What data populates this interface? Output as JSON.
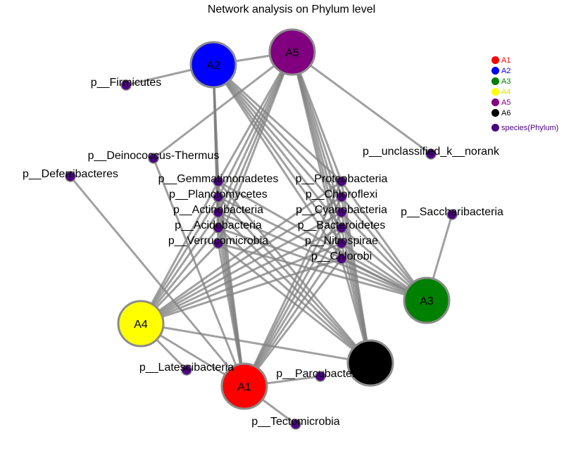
{
  "title": "Network analysis on Phylum level",
  "legend": [
    {
      "label": "A1",
      "color": "#ff0000"
    },
    {
      "label": "A2",
      "color": "#0000ff"
    },
    {
      "label": "A3",
      "color": "#008000"
    },
    {
      "label": "A4",
      "color": "#ffff00"
    },
    {
      "label": "A5",
      "color": "#800080"
    },
    {
      "label": "A6",
      "color": "#000000"
    },
    {
      "label": "species(Phylum)",
      "color": "#4b0082"
    }
  ],
  "samples": [
    {
      "id": "A1",
      "label": "A1",
      "color": "#ff0000"
    },
    {
      "id": "A2",
      "label": "A2",
      "color": "#0000ff"
    },
    {
      "id": "A3",
      "label": "A3",
      "color": "#008000"
    },
    {
      "id": "A4",
      "label": "A4",
      "color": "#ffff00"
    },
    {
      "id": "A5",
      "label": "A5",
      "color": "#800080"
    },
    {
      "id": "A6",
      "label": "",
      "color": "#000000"
    }
  ],
  "species": [
    {
      "id": "Firmicutes",
      "label": "p__Firmicutes",
      "links": [
        "A2"
      ]
    },
    {
      "id": "unclassified",
      "label": "p__unclassified_k__norank",
      "links": [
        "A5"
      ]
    },
    {
      "id": "Deferribacteres",
      "label": "p__Deferribacteres",
      "links": [
        "A1"
      ]
    },
    {
      "id": "Deinococcus",
      "label": "p__Deinococcus-Thermus",
      "links": [
        "A5",
        "A1"
      ]
    },
    {
      "id": "Saccharibacteria",
      "label": "p__Saccharibacteria",
      "links": [
        "A3"
      ]
    },
    {
      "id": "Gemmatimonadetes",
      "label": "p__Gemmatimonadetes",
      "links": [
        "A1",
        "A2",
        "A3",
        "A4",
        "A5",
        "A6"
      ]
    },
    {
      "id": "Proteobacteria",
      "label": "p__Proteobacteria",
      "links": [
        "A1",
        "A2",
        "A3",
        "A4",
        "A5",
        "A6"
      ]
    },
    {
      "id": "Chloroflexi",
      "label": "p__Chloroflexi",
      "links": [
        "A1",
        "A2",
        "A3",
        "A4",
        "A5",
        "A6"
      ]
    },
    {
      "id": "Cyanobacteria",
      "label": "p__Cyanobacteria",
      "links": [
        "A1",
        "A2",
        "A3",
        "A4",
        "A5",
        "A6"
      ]
    },
    {
      "id": "Acidobacteria",
      "label": "p__Acidobacteria",
      "links": [
        "A1",
        "A2",
        "A3",
        "A4",
        "A5",
        "A6"
      ]
    },
    {
      "id": "Bacteroidetes",
      "label": "p__Bacteroidetes",
      "links": [
        "A1",
        "A2",
        "A3",
        "A4",
        "A5",
        "A6"
      ]
    },
    {
      "id": "Nitrospirae",
      "label": "p__Nitrospirae",
      "links": [
        "A1",
        "A2",
        "A3",
        "A4",
        "A5",
        "A6"
      ]
    },
    {
      "id": "Planctomycetes",
      "label": "p__Planctomycetes",
      "links": [
        "A1",
        "A2",
        "A3",
        "A4",
        "A5",
        "A6"
      ]
    },
    {
      "id": "Actinobacteria",
      "label": "p__Actinobacteria",
      "links": [
        "A1",
        "A2",
        "A3",
        "A4",
        "A5",
        "A6"
      ]
    },
    {
      "id": "Chlorobi",
      "label": "p__Chlorobi",
      "links": [
        "A1",
        "A2",
        "A3",
        "A4",
        "A5",
        "A6"
      ]
    },
    {
      "id": "Verrucomicrobia",
      "label": "p__Verrucomicrobia",
      "links": [
        "A1",
        "A2",
        "A3",
        "A4",
        "A5",
        "A6"
      ]
    },
    {
      "id": "Latescibacteria",
      "label": "p__Latescibacteria",
      "links": [
        "A4"
      ]
    },
    {
      "id": "Parcubacteria",
      "label": "p__Parcubacteria",
      "links": [
        "A1"
      ]
    },
    {
      "id": "Tectomicrobia",
      "label": "p__Tectomicrobia",
      "links": [
        "A1"
      ]
    }
  ],
  "sample_links": [
    [
      "A2",
      "A5"
    ],
    [
      "A4",
      "A1"
    ],
    [
      "A4",
      "A6"
    ]
  ]
}
